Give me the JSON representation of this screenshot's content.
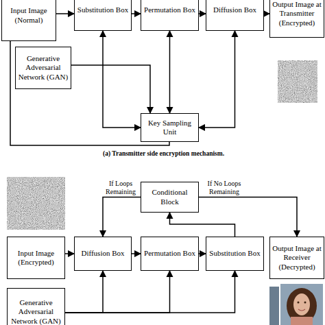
{
  "diagram": {
    "caption": "(a) Transmitter side encryption mechanism.",
    "nodes": [
      {
        "text": [
          "Input Image (Normal)"
        ]
      },
      {
        "text": [
          "Substitution Box"
        ]
      },
      {
        "text": [
          "Permutation Box"
        ]
      },
      {
        "text": [
          "Diffusion Box"
        ]
      },
      {
        "text": [
          "Output Image at Transmitter (Encrypted)"
        ]
      },
      {
        "text": [
          "Generative Adversarial Network (GAN)"
        ]
      },
      {
        "text": [
          "Key Sampling Unit"
        ]
      },
      {
        "text": [
          "Conditional Block"
        ]
      },
      {
        "text": [
          "Input Image (Encrypted)"
        ]
      },
      {
        "text": [
          "Diffusion Box"
        ]
      },
      {
        "text": [
          "Permutation Box"
        ]
      },
      {
        "text": [
          "Substitution Box"
        ]
      },
      {
        "text": [
          "Output Image at Receiver (Decrypted)"
        ]
      },
      {
        "text": [
          "Generative Adversarial Network (GAN)"
        ]
      }
    ],
    "edges": [
      {
        "from": 0,
        "to": 1,
        "arrow": "to"
      },
      {
        "from": 1,
        "to": 2,
        "arrow": "to"
      },
      {
        "from": 2,
        "to": 3,
        "arrow": "to"
      },
      {
        "from": 3,
        "to": 4,
        "arrow": "to"
      },
      {
        "from": 5,
        "to": 6,
        "arrow": "to"
      },
      {
        "from": 1,
        "to": 6,
        "arrow": "both"
      },
      {
        "from": 2,
        "to": 6,
        "arrow": "both"
      },
      {
        "from": 3,
        "to": 6,
        "arrow": "both"
      },
      {
        "from": 8,
        "to": 9,
        "arrow": "to"
      },
      {
        "from": 9,
        "to": 10,
        "arrow": "to"
      },
      {
        "from": 10,
        "to": 11,
        "arrow": "to"
      },
      {
        "from": 11,
        "to": 7,
        "arrow": "to"
      },
      {
        "from": 7,
        "to": 9,
        "label": "If Loops Remaining",
        "arrow": "to"
      },
      {
        "from": 7,
        "to": 12,
        "label": "If No Loops Remaining",
        "arrow": "to"
      },
      {
        "from": 13,
        "to": 9,
        "arrow": "to"
      },
      {
        "from": 13,
        "to": 10,
        "arrow": "to"
      },
      {
        "from": 13,
        "to": 11,
        "arrow": "to"
      }
    ]
  }
}
